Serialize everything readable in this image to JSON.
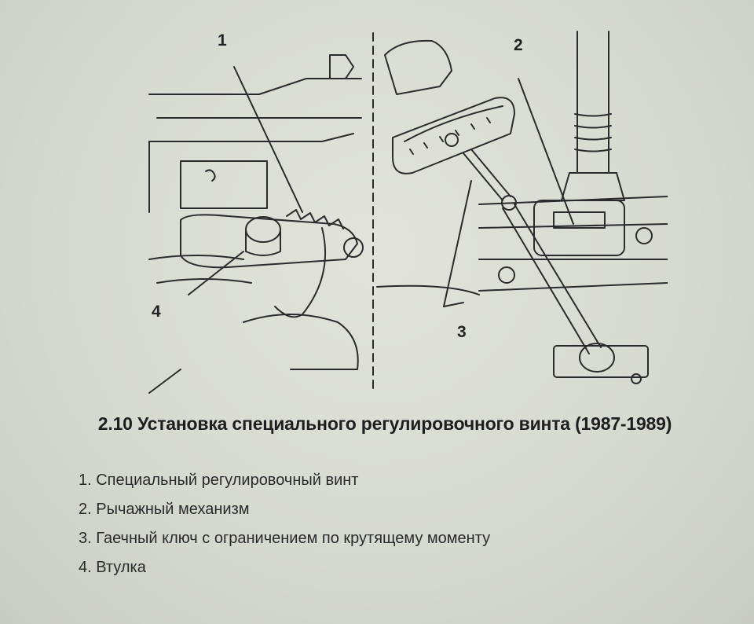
{
  "figure": {
    "callouts": [
      "1",
      "2",
      "3",
      "4"
    ]
  },
  "caption": "2.10 Установка специального регулировочного винта (1987-1989)",
  "legend": [
    "1. Специальный регулировочный винт",
    "2. Рычажный механизм",
    "3. Гаечный ключ с ограничением по крутящему моменту",
    "4. Втулка"
  ]
}
